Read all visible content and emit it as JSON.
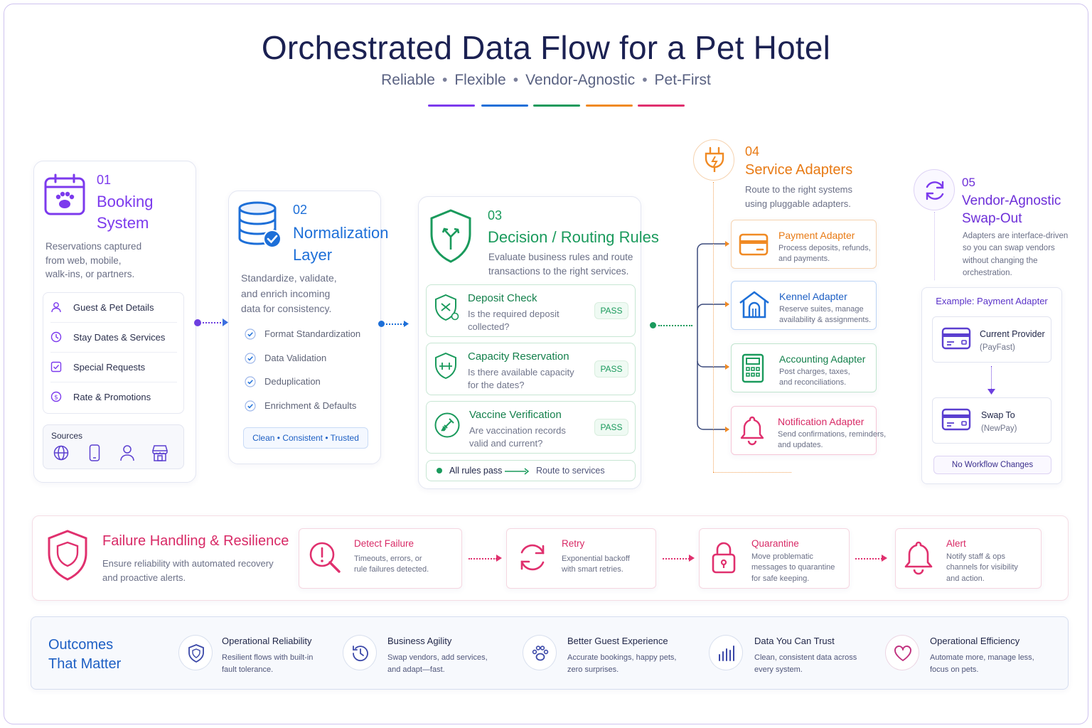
{
  "title": "Orchestrated Data Flow for a Pet Hotel",
  "subtitle": [
    "Reliable",
    "Flexible",
    "Vendor-Agnostic",
    "Pet-First"
  ],
  "colors": {
    "purple": "#7c3aed",
    "blue": "#1d6fd8",
    "green": "#1a9a5c",
    "orange": "#f08a24",
    "pink": "#e0306e"
  },
  "booking": {
    "num": "01",
    "title_1": "Booking",
    "title_2": "System",
    "desc_1": "Reservations captured",
    "desc_2": "from web, mobile,",
    "desc_3": "walk-ins, or partners.",
    "items": [
      "Guest & Pet Details",
      "Stay Dates & Services",
      "Special Requests",
      "Rate & Promotions"
    ],
    "sources_label": "Sources"
  },
  "normalization": {
    "num": "02",
    "title_1": "Normalization",
    "title_2": "Layer",
    "desc_1": "Standardize, validate,",
    "desc_2": "and enrich incoming",
    "desc_3": "data for consistency.",
    "items": [
      "Format Standardization",
      "Data Validation",
      "Deduplication",
      "Enrichment & Defaults"
    ],
    "footer": "Clean • Consistent • Trusted"
  },
  "decision": {
    "num": "03",
    "title": "Decision / Routing Rules",
    "desc_1": "Evaluate business rules and route",
    "desc_2": "transactions to the right services.",
    "rules": [
      {
        "title": "Deposit Check",
        "q1": "Is the required deposit",
        "q2": "collected?",
        "status": "PASS"
      },
      {
        "title": "Capacity Reservation",
        "q1": "Is there available capacity",
        "q2": "for the dates?",
        "status": "PASS"
      },
      {
        "title": "Vaccine Verification",
        "q1": "Are vaccination records",
        "q2": "valid and current?",
        "status": "PASS"
      }
    ],
    "footer_left": "All rules pass",
    "footer_right": "Route to services"
  },
  "adapters": {
    "num": "04",
    "title": "Service Adapters",
    "desc_1": "Route to the right systems",
    "desc_2": "using pluggable adapters.",
    "items": [
      {
        "title": "Payment Adapter",
        "d1": "Process deposits, refunds,",
        "d2": "and payments."
      },
      {
        "title": "Kennel Adapter",
        "d1": "Reserve suites, manage",
        "d2": "availability & assignments."
      },
      {
        "title": "Accounting Adapter",
        "d1": "Post charges, taxes,",
        "d2": "and reconciliations."
      },
      {
        "title": "Notification Adapter",
        "d1": "Send confirmations, reminders,",
        "d2": "and updates."
      }
    ]
  },
  "swap": {
    "num": "05",
    "title_1": "Vendor-Agnostic",
    "title_2": "Swap-Out",
    "desc_1": "Adapters are interface-driven",
    "desc_2": "so you can swap vendors",
    "desc_3": "without changing the",
    "desc_4": "orchestration.",
    "example": "Example: Payment Adapter",
    "current": "Current Provider",
    "current_name": "(PayFast)",
    "swap": "Swap To",
    "swap_name": "(NewPay)",
    "footer": "No Workflow Changes"
  },
  "failure": {
    "title": "Failure Handling & Resilience",
    "desc_1": "Ensure reliability with automated recovery",
    "desc_2": "and proactive alerts.",
    "steps": [
      {
        "title": "Detect Failure",
        "d1": "Timeouts, errors, or",
        "d2": "rule failures detected.",
        "d3": ""
      },
      {
        "title": "Retry",
        "d1": "Exponential backoff",
        "d2": "with smart retries.",
        "d3": ""
      },
      {
        "title": "Quarantine",
        "d1": "Move problematic",
        "d2": "messages to quarantine",
        "d3": "for safe keeping."
      },
      {
        "title": "Alert",
        "d1": "Notify staff & ops",
        "d2": "channels for visibility",
        "d3": "and action."
      }
    ]
  },
  "outcomes": {
    "title_1": "Outcomes",
    "title_2": "That Matter",
    "items": [
      {
        "title": "Operational Reliability",
        "d1": "Resilient flows with built-in",
        "d2": "fault tolerance."
      },
      {
        "title": "Business Agility",
        "d1": "Swap vendors, add services,",
        "d2": "and adapt—fast."
      },
      {
        "title": "Better Guest Experience",
        "d1": "Accurate bookings, happy pets,",
        "d2": "zero surprises."
      },
      {
        "title": "Data You Can Trust",
        "d1": "Clean, consistent data across",
        "d2": "every system."
      },
      {
        "title": "Operational Efficiency",
        "d1": "Automate more, manage less,",
        "d2": "focus on pets."
      }
    ]
  }
}
